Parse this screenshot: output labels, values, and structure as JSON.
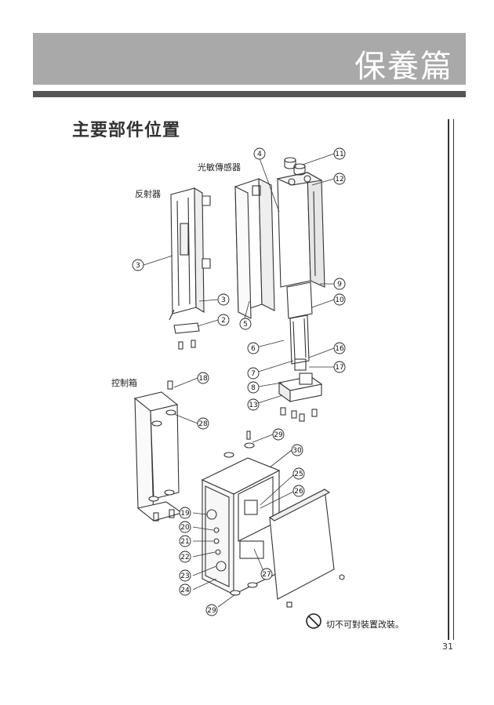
{
  "header": {
    "title": "保養篇"
  },
  "section_title": "主要部件位置",
  "group_labels": {
    "sensor": "光敏傳感器",
    "reflector": "反射器",
    "control_box": "控制箱"
  },
  "callouts": [
    "2",
    "3",
    "3",
    "4",
    "5",
    "6",
    "7",
    "8",
    "9",
    "10",
    "11",
    "12",
    "13",
    "16",
    "17",
    "18",
    "19",
    "20",
    "21",
    "22",
    "23",
    "24",
    "25",
    "26",
    "27",
    "28",
    "29",
    "29",
    "30"
  ],
  "warning": {
    "icon": "prohibit-icon",
    "text": "切不可對裝置改裝。"
  },
  "page_number": "31"
}
